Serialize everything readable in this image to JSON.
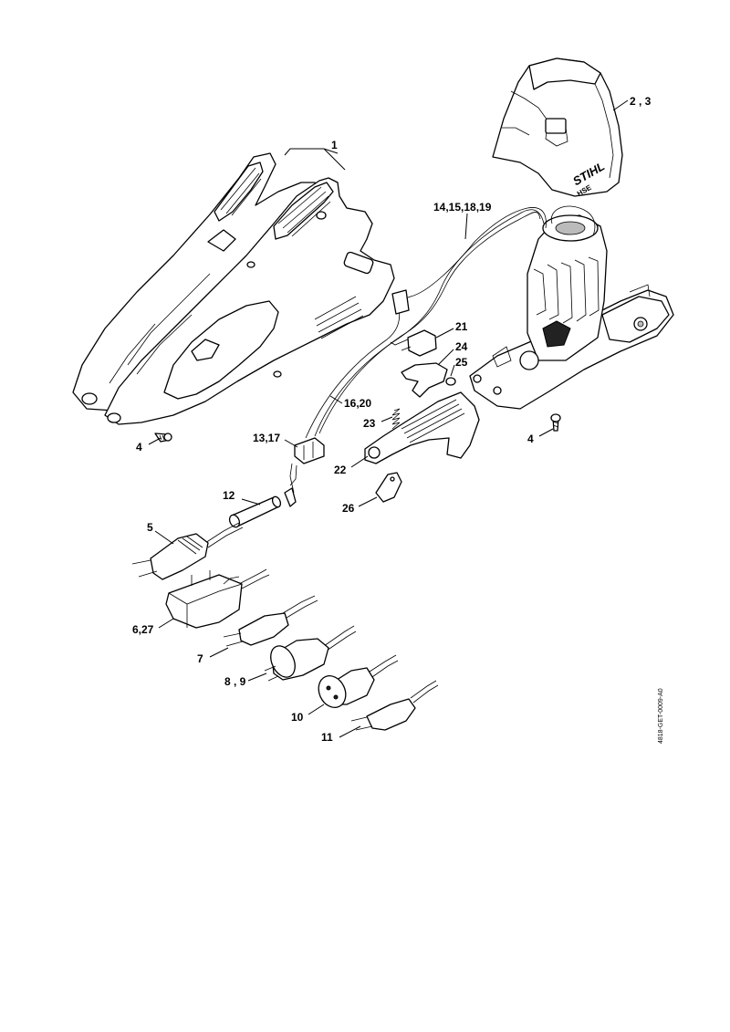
{
  "callouts": {
    "c1": "1",
    "c2_3": "2 , 3",
    "c14": "14,15,18,19",
    "c21": "21",
    "c24": "24",
    "c25": "25",
    "c16": "16,20",
    "c23": "23",
    "c4_left": "4",
    "c4_right": "4",
    "c13": "13,17",
    "c22": "22",
    "c12": "12",
    "c26": "26",
    "c5": "5",
    "c6_27": "6,27",
    "c7": "7",
    "c8_9": "8 , 9",
    "c10": "10",
    "c11": "11"
  },
  "brand": {
    "logo": "STIHL",
    "model": "HSE"
  },
  "reference_code": "4818-GET-0009-A0"
}
